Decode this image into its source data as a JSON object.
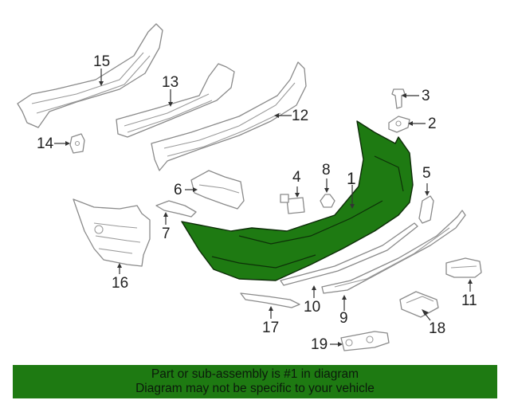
{
  "callouts": {
    "c1": "1",
    "c2": "2",
    "c3": "3",
    "c4": "4",
    "c5": "5",
    "c6": "6",
    "c7": "7",
    "c8": "8",
    "c9": "9",
    "c10": "10",
    "c11": "11",
    "c12": "12",
    "c13": "13",
    "c14": "14",
    "c15": "15",
    "c16": "16",
    "c17": "17",
    "c18": "18",
    "c19": "19"
  },
  "footer": {
    "line1": "Part or sub-assembly is #1 in diagram",
    "line2": "Diagram may not be specific to your vehicle"
  },
  "colors": {
    "highlight_part": "#1e7a12",
    "footer_background": "#1e7a12",
    "part_outline": "#8a8a8a"
  }
}
